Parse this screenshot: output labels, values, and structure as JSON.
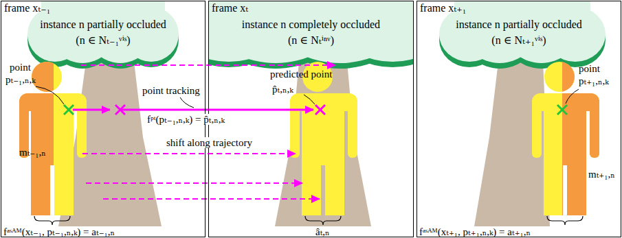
{
  "diagram": {
    "nodes": [
      {
        "text": [
          "frame xₜ₋₁",
          "instance n partially occluded",
          "(n ∈ Nₜ₋₁ᵛⁱˢ)"
        ]
      },
      {
        "text": [
          "frame xₜ",
          "instance n completely occluded",
          "(n ∈ Nₜⁱⁿᵛ)"
        ]
      },
      {
        "text": [
          "frame xₜ₊₁",
          "instance n partially occluded",
          "(n ∈ Nₜ₊₁ᵛⁱˢ)"
        ]
      }
    ],
    "labels": [
      "point",
      "pₜ₋₁,ₙ,ₖ",
      "mₜ₋₁,ₙ",
      "point tracking",
      "fᵖᵗ(pₜ₋₁,ₙ,ₖ) = p̂ₜ,ₙ,ₖ",
      "shift along trajectory",
      "fᵃˢᴬᴹ(xₜ₋₁, pₜ₋₁,ₙ,ₖ) = aₜ₋₁,ₙ",
      "predicted point",
      "p̂ₜ,ₙ,ₖ",
      "âₜ,ₙ",
      "point",
      "pₜ₊₁,ₙ,ₖ",
      "mₜ₊₁,ₙ",
      "fᵃˢᴬᴹ(xₜ₊₁, pₜ₊₁,ₙ,ₖ) = aₜ₊₁,ₙ"
    ]
  }
}
